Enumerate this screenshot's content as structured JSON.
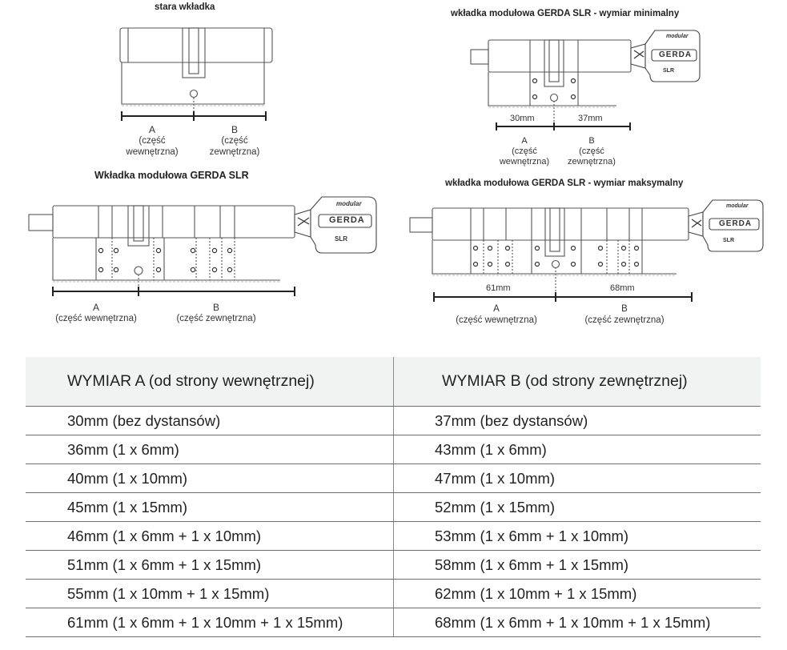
{
  "figures": {
    "old": {
      "title": "stara wkładka",
      "label_a": "A",
      "label_a_sub1": "(część",
      "label_a_sub2": "wewnętrzna)",
      "label_b": "B",
      "label_b_sub1": "(część",
      "label_b_sub2": "zewnętrzna)"
    },
    "gerda": {
      "title": "Wkładka modułowa GERDA SLR",
      "label_a": "A",
      "label_a_sub": "(część wewnętrzna)",
      "label_b": "B",
      "label_b_sub": "(część zewnętrzna)"
    },
    "min": {
      "title": "wkładka modułowa GERDA SLR - wymiar minimalny",
      "meas_a": "30mm",
      "meas_b": "37mm",
      "label_a": "A",
      "label_a_sub1": "(część",
      "label_a_sub2": "wewnętrzna)",
      "label_b": "B",
      "label_b_sub1": "(część",
      "label_b_sub2": "zewnętrzna)"
    },
    "max": {
      "title": "wkładka modułowa GERDA SLR - wymiar maksymalny",
      "meas_a": "61mm",
      "meas_b": "68mm",
      "label_a": "A",
      "label_a_sub": "(część wewnętrzna)",
      "label_b": "B",
      "label_b_sub": "(część zewnętrzna)"
    },
    "key": {
      "brand_top": "modular",
      "brand": "GERDA",
      "model": "SLR"
    }
  },
  "table": {
    "headers": [
      "WYMIAR A (od strony wewnętrznej)",
      "WYMIAR B (od strony zewnętrznej)"
    ],
    "rows": [
      [
        "30mm (bez dystansów)",
        "37mm (bez dystansów)"
      ],
      [
        "36mm (1 x 6mm)",
        "43mm (1 x 6mm)"
      ],
      [
        "40mm (1 x 10mm)",
        "47mm (1 x 10mm)"
      ],
      [
        "45mm (1 x 15mm)",
        "52mm (1 x 15mm)"
      ],
      [
        "46mm (1 x 6mm + 1 x 10mm)",
        "53mm (1 x 6mm + 1 x 10mm)"
      ],
      [
        "51mm (1 x 6mm + 1 x 15mm)",
        "58mm (1 x 6mm + 1 x 15mm)"
      ],
      [
        "55mm (1 x 10mm + 1 x 15mm)",
        "62mm (1 x 10mm + 1 x 15mm)"
      ],
      [
        "61mm (1 x 6mm + 1 x 10mm + 1 x 15mm)",
        "68mm (1 x 6mm + 1 x 10mm + 1 x 15mm)"
      ]
    ]
  }
}
